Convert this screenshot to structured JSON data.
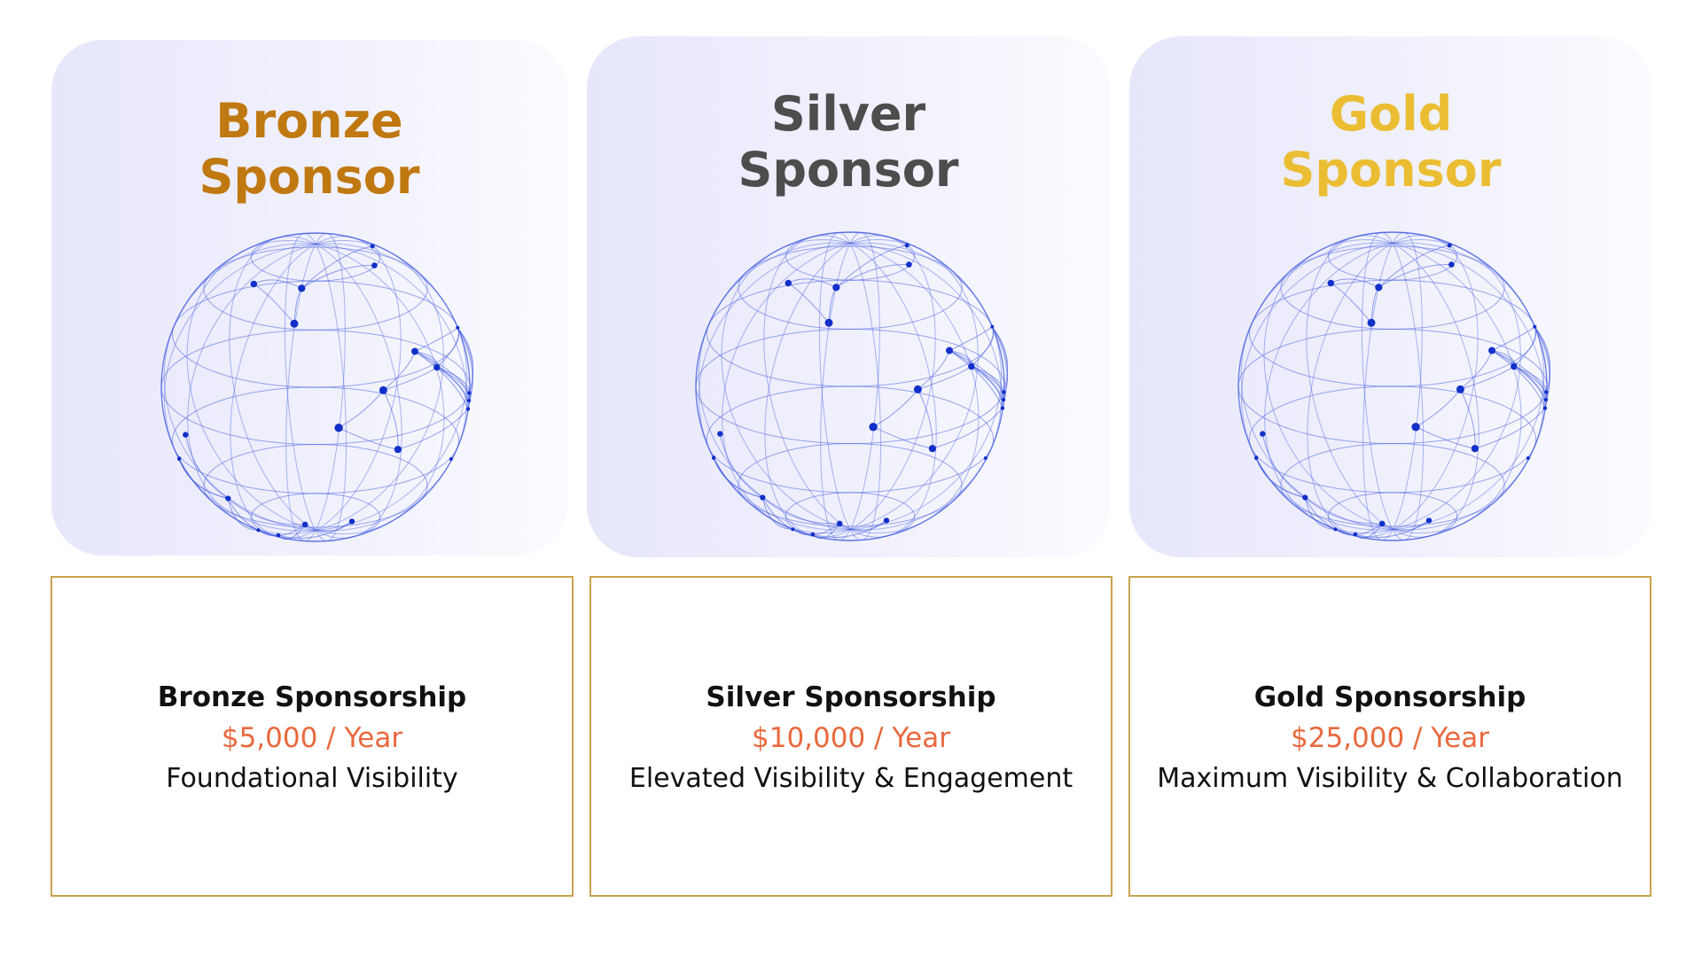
{
  "tiers": [
    {
      "id": "bronze",
      "hero_title_line1": "Bronze",
      "hero_title_line2": "Sponsor",
      "title_color": "#c07810",
      "card_title": "Bronze Sponsorship",
      "price": "$5,000 / Year",
      "description": "Foundational Visibility",
      "globe_icon": "network-globe-icon"
    },
    {
      "id": "silver",
      "hero_title_line1": "Silver",
      "hero_title_line2": "Sponsor",
      "title_color": "#4d4d4d",
      "card_title": "Silver Sponsorship",
      "price": "$10,000 / Year",
      "description": "Elevated Visibility & Engagement",
      "globe_icon": "network-globe-icon"
    },
    {
      "id": "gold",
      "hero_title_line1": "Gold",
      "hero_title_line2": "Sponsor",
      "title_color": "#ebbd33",
      "card_title": "Gold Sponsorship",
      "price": "$25,000 / Year",
      "description": "Maximum Visibility & Collaboration",
      "globe_icon": "network-globe-icon"
    }
  ],
  "colors": {
    "price": "#e8693e",
    "card_border": "#c9a24e",
    "globe_line": "#4a63e0",
    "globe_node": "#1230c8"
  }
}
